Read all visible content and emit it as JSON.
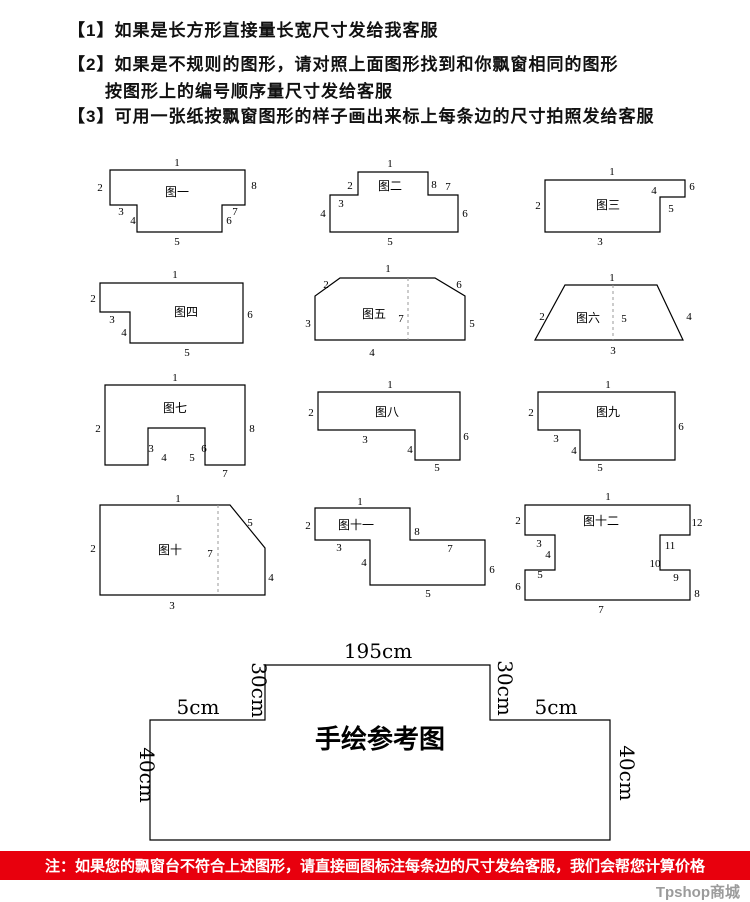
{
  "instructions": {
    "line1": "【1】如果是长方形直接量长宽尺寸发给我客服",
    "line2": "【2】如果是不规则的图形，请对照上面图形找到和你飘窗相同的图形",
    "line3": "按图形上的编号顺序量尺寸发给客服",
    "line4": "【3】可用一张纸按飘窗图形的样子画出来标上每条边的尺寸拍照发给客服"
  },
  "figures": [
    {
      "name": "图一",
      "labels": [
        "1",
        "2",
        "3",
        "4",
        "5",
        "6",
        "7",
        "8"
      ]
    },
    {
      "name": "图二",
      "labels": [
        "1",
        "2",
        "3",
        "4",
        "5",
        "6",
        "7",
        "8"
      ]
    },
    {
      "name": "图三",
      "labels": [
        "1",
        "2",
        "3",
        "4",
        "5",
        "6"
      ]
    },
    {
      "name": "图四",
      "labels": [
        "1",
        "2",
        "3",
        "4",
        "5",
        "6"
      ]
    },
    {
      "name": "图五",
      "labels": [
        "1",
        "2",
        "3",
        "4",
        "5",
        "6",
        "7"
      ]
    },
    {
      "name": "图六",
      "labels": [
        "1",
        "2",
        "3",
        "4",
        "5"
      ]
    },
    {
      "name": "图七",
      "labels": [
        "1",
        "2",
        "3",
        "4",
        "5",
        "6",
        "7",
        "8"
      ]
    },
    {
      "name": "图八",
      "labels": [
        "1",
        "2",
        "3",
        "4",
        "5",
        "6"
      ]
    },
    {
      "name": "图九",
      "labels": [
        "1",
        "2",
        "3",
        "4",
        "5",
        "6"
      ]
    },
    {
      "name": "图十",
      "labels": [
        "1",
        "2",
        "3",
        "4",
        "5",
        "7"
      ]
    },
    {
      "name": "图十一",
      "labels": [
        "1",
        "2",
        "3",
        "4",
        "5",
        "6",
        "7",
        "8"
      ]
    },
    {
      "name": "图十二",
      "labels": [
        "1",
        "2",
        "3",
        "4",
        "5",
        "6",
        "7",
        "8",
        "9",
        "10",
        "11",
        "12"
      ]
    }
  ],
  "reference": {
    "title": "手绘参考图",
    "measurements": {
      "top": "195cm",
      "left_inner": "30cm",
      "right_inner": "30cm",
      "left_step": "5cm",
      "right_step": "5cm",
      "left_side": "40cm",
      "right_side": "40cm"
    }
  },
  "notice": "注：如果您的飘窗台不符合上述图形，请直接画图标注每条边的尺寸发给客服，我们会帮您计算价格",
  "brand": "Tpshop商城",
  "colors": {
    "background": "#ffffff",
    "line": "#000000",
    "dashed_line": "#999999",
    "notice_bg": "#e8000d",
    "notice_text": "#ffffff",
    "brand_text": "#9b9b9b"
  }
}
